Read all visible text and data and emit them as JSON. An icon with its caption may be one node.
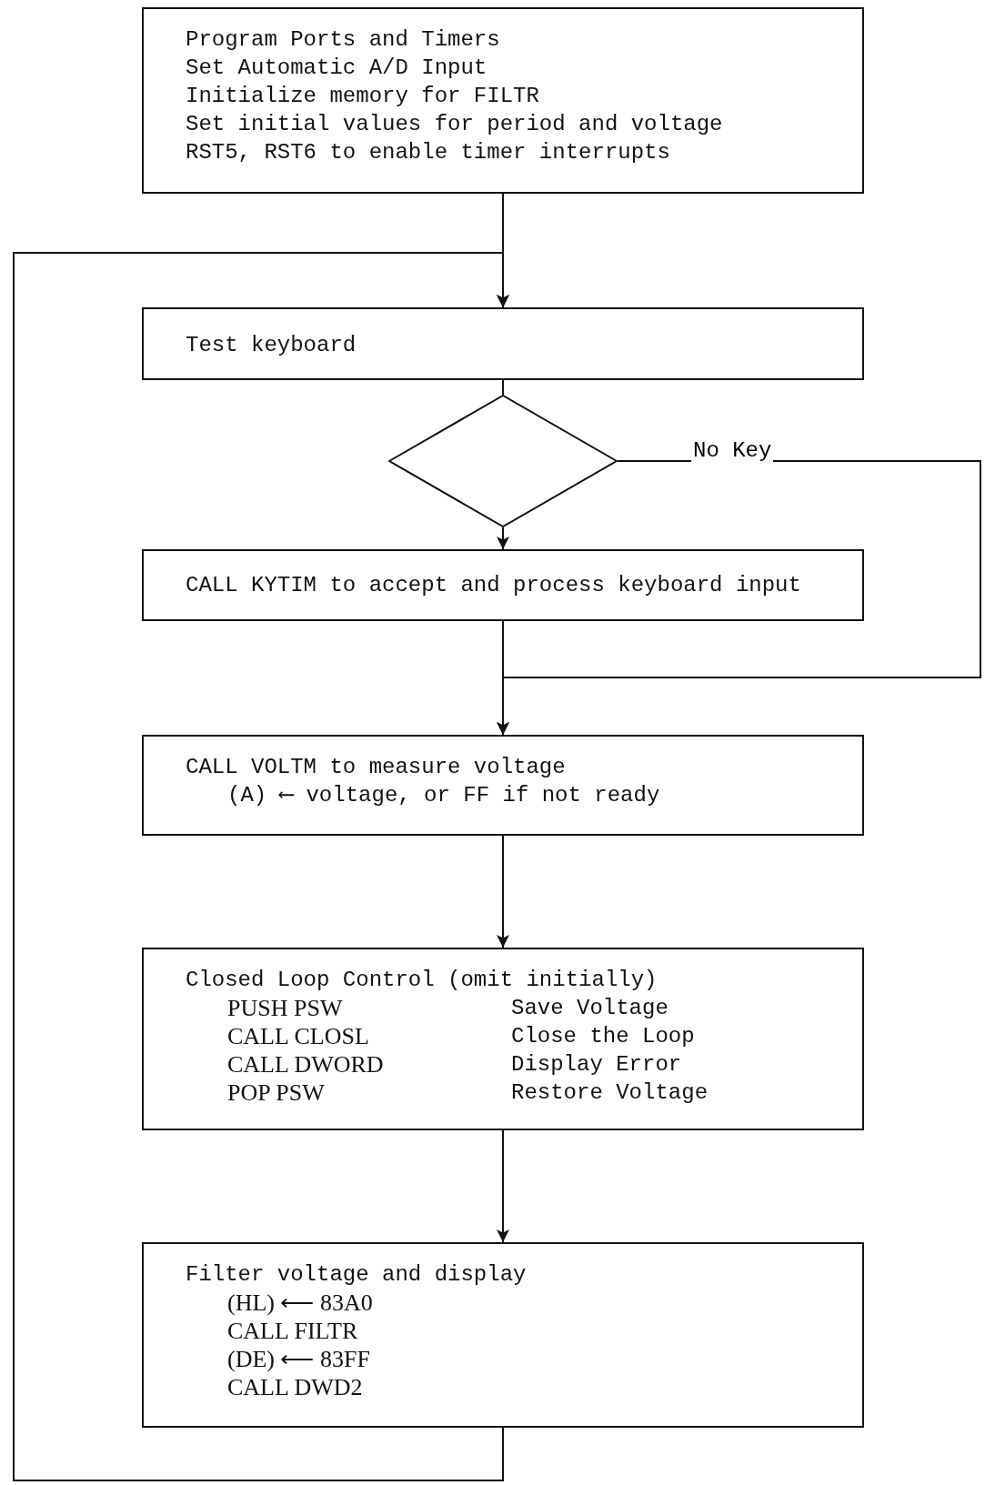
{
  "diagram": {
    "nodes": [
      {
        "text": [
          "Program Ports and Timers",
          "Set Automatic A/D Input",
          "Initialize memory for FILTR",
          "Set initial values for period and voltage",
          "RST5, RST6 to enable timer interrupts"
        ]
      },
      {
        "text": [
          "Test keyboard"
        ]
      },
      {
        "text": [],
        "shape": "diamond"
      },
      {
        "text": [
          "CALL KYTIM to accept and process keyboard input"
        ]
      },
      {
        "text": [
          "CALL VOLTM to measure voltage",
          "(A) ⟵ voltage, or FF if not ready"
        ]
      },
      {
        "text": [
          "Closed Loop Control (omit initially)",
          "PUSH PSW",
          "Save Voltage",
          "CALL CLOSL",
          "Close the Loop",
          "CALL DWORD",
          "Display Error",
          "POP PSW",
          "Restore Voltage"
        ]
      },
      {
        "text": [
          "Filter voltage and display",
          "(HL) ⟵ 83A0",
          "CALL FILTR",
          "(DE) ⟵ 83FF",
          "CALL DWD2"
        ]
      }
    ],
    "edges": [
      {
        "from": 0,
        "to": 1,
        "arrow": "to"
      },
      {
        "from": 1,
        "to": 2,
        "arrow": "none"
      },
      {
        "from": 2,
        "to": 3,
        "arrow": "to"
      },
      {
        "from": 3,
        "to": 4,
        "arrow": "to"
      },
      {
        "from": 4,
        "to": 5,
        "arrow": "to"
      },
      {
        "from": 5,
        "to": 6,
        "arrow": "to"
      },
      {
        "from": 2,
        "to": 4,
        "arrow": "to",
        "label": "No Key"
      },
      {
        "from": 6,
        "to": 1,
        "arrow": "to"
      }
    ]
  }
}
